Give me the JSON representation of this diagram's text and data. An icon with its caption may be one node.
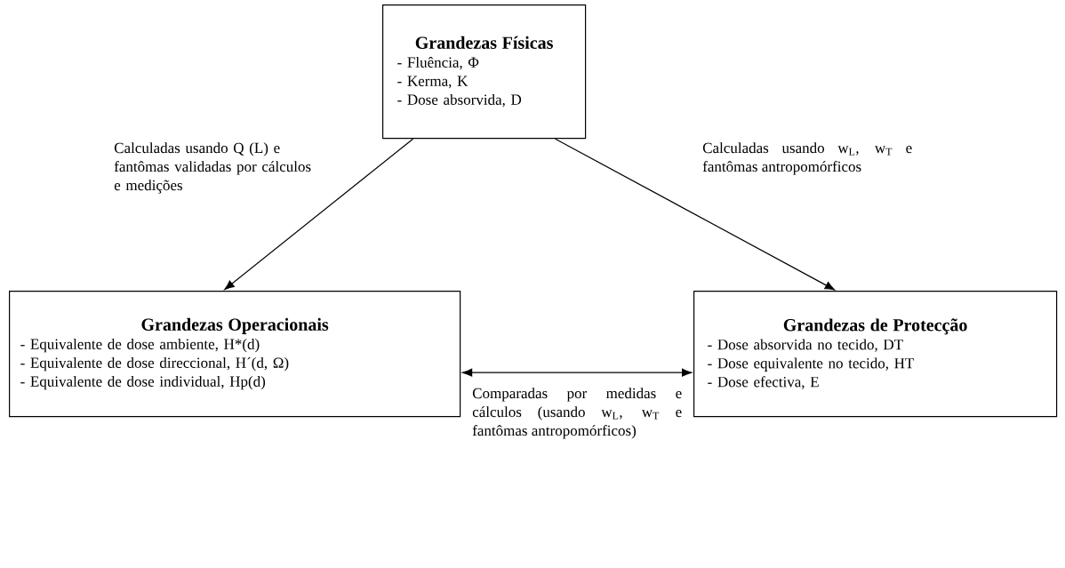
{
  "diagram": {
    "nodes": [
      {
        "text": [
          "Grandezas Físicas",
          "- Fluência, Φ",
          "- Kerma, K",
          "- Dose absorvida, D"
        ]
      },
      {
        "text": [
          "Grandezas Operacionais",
          "- Equivalente de dose ambiente, H*(d)",
          "- Equivalente de dose direccional, H´(d, Ω)",
          "- Equivalente de dose individual, Hp(d)"
        ]
      },
      {
        "text": [
          "Grandezas de Protecção",
          "- Dose absorvida no tecido, DT",
          "- Dose equivalente no tecido, HT",
          "- Dose efectiva, E"
        ]
      }
    ],
    "edges": [
      {
        "from": 0,
        "to": 1,
        "arrow": "to",
        "label": "Calculadas usando Q (L) e fantômas validadas por cálculos e medições"
      },
      {
        "from": 0,
        "to": 2,
        "arrow": "to",
        "label": "Calculadas usando w$_{L}$, w$_{T}$ e fantômas antropomórficos"
      },
      {
        "from": 1,
        "to": 2,
        "arrow": "both",
        "label": "Comparadas por medidas e cálculos (usando w$_{L}$, w$_{T}$ e fantômas antropomórficos)"
      }
    ]
  }
}
